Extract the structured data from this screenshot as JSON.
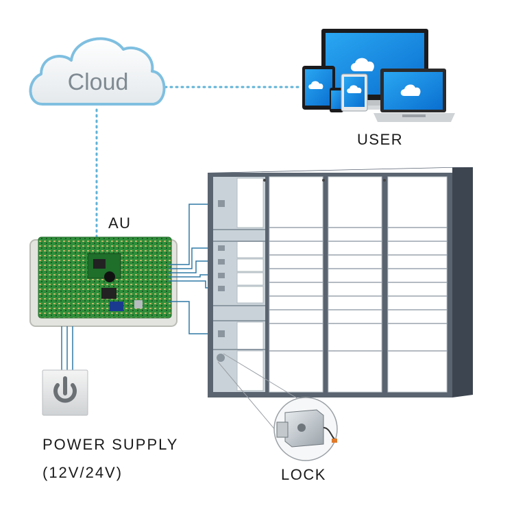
{
  "cloud": {
    "label": "Cloud"
  },
  "user": {
    "label": "USER"
  },
  "controller": {
    "label": "AU"
  },
  "power": {
    "label": "POWER SUPPLY",
    "voltage": "(12V/24V)"
  },
  "lock": {
    "label": "LOCK"
  },
  "colors": {
    "link_dotted": "#5fb2d6",
    "wire": "#2f79a6",
    "cabinet_frame": "#5a6470",
    "door": "#ffffff",
    "pcb": "#2f8f3a",
    "cloud_text": "#7f8a92"
  }
}
